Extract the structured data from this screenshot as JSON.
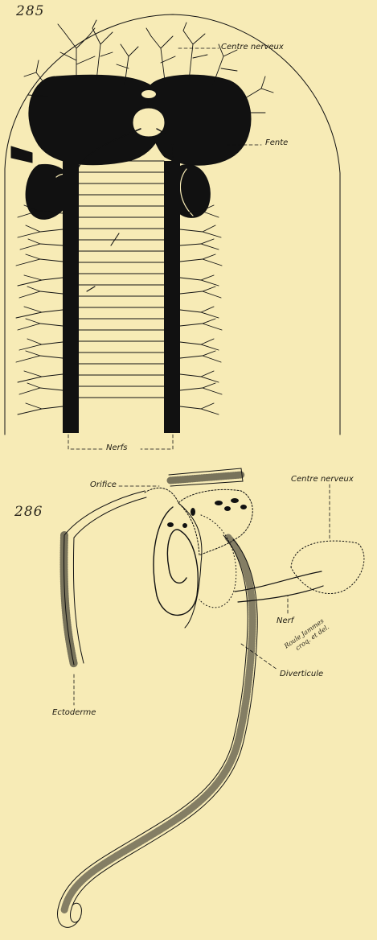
{
  "figures": {
    "fig285": {
      "number": "285",
      "labels": {
        "centre_nerveux": "Centre nerveux",
        "fente": "Fente",
        "nerfs": "Nerfs"
      }
    },
    "fig286": {
      "number": "286",
      "labels": {
        "orifice": "Orifice",
        "centre_nerveux": "Centre nerveux",
        "nerf": "Nerf",
        "ectoderme": "Ectoderme",
        "diverticule": "Diverticule"
      }
    }
  },
  "signature": {
    "line1": "Roule Jammes",
    "line2": "croq. et del."
  },
  "colors": {
    "paper": "#f7ebb6",
    "ink": "#111111"
  }
}
